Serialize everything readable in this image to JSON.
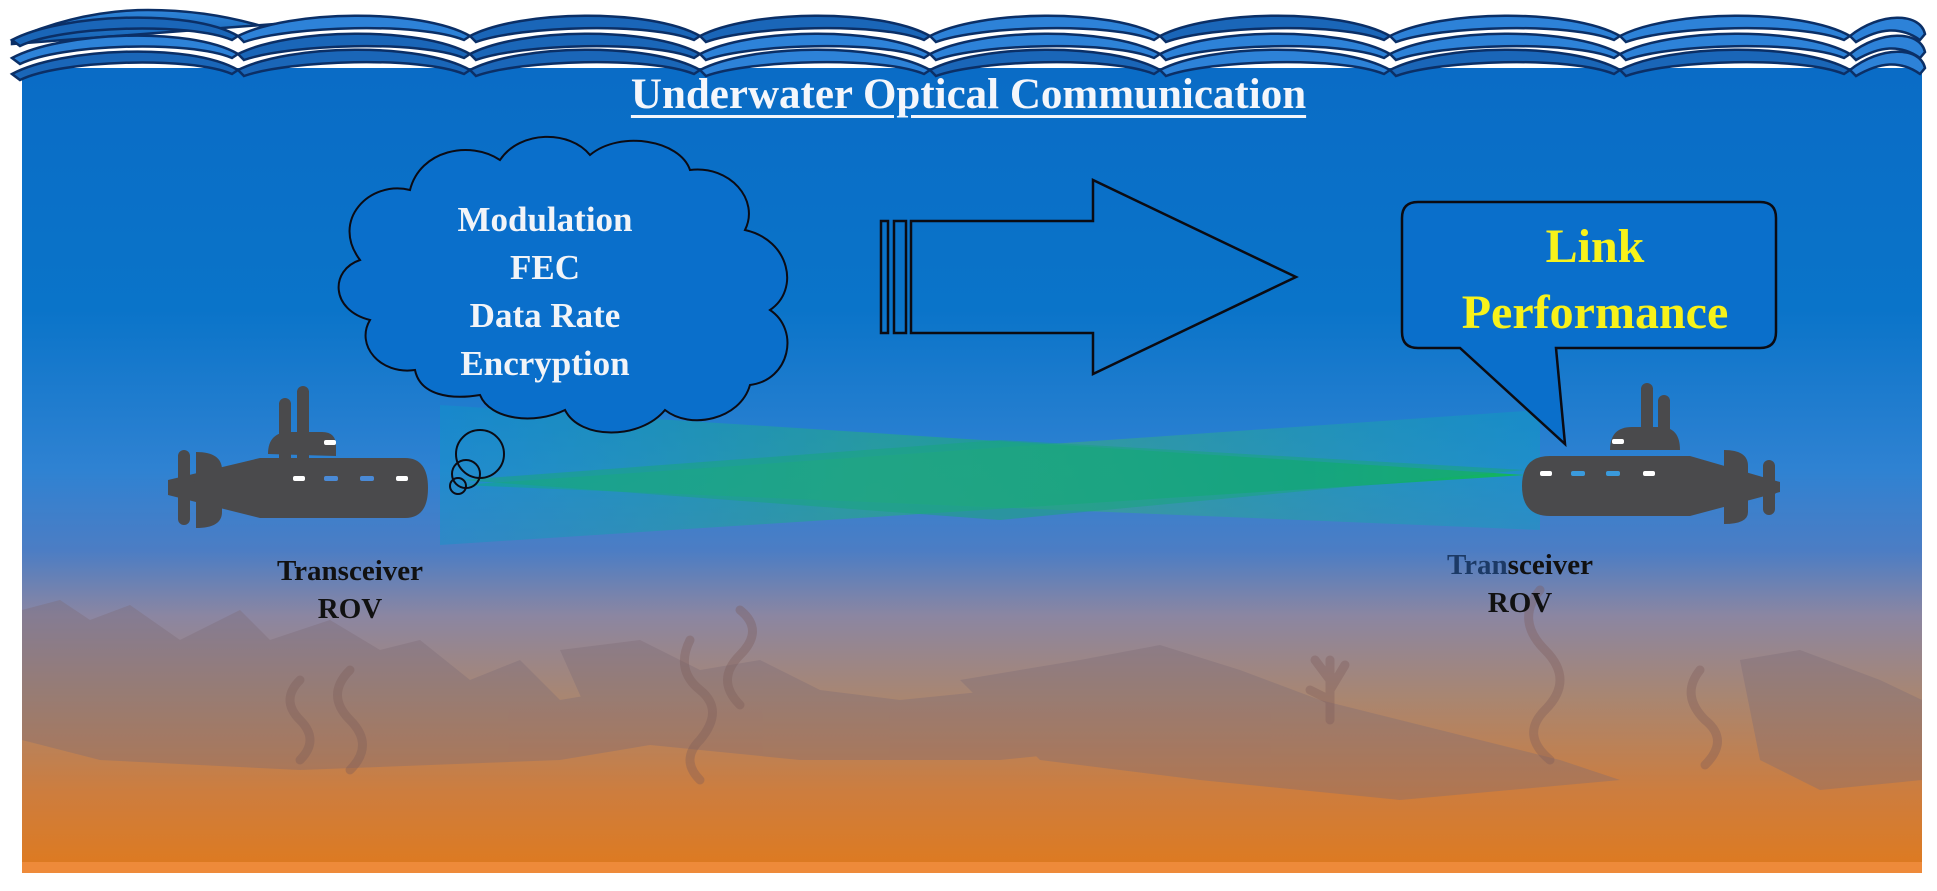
{
  "diagram": {
    "title": "Underwater Optical Communication",
    "parameters_cloud": {
      "items": [
        "Modulation",
        "FEC",
        "Data Rate",
        "Encryption"
      ]
    },
    "arrow": {
      "direction": "right",
      "meaning": "parameters-to-performance"
    },
    "result_bubble": {
      "lines": [
        "Link",
        "Performance"
      ],
      "text_color": "#f8f21a"
    },
    "nodes": {
      "left": {
        "line1": "Transceiver",
        "line2": "ROV",
        "icon": "submarine-icon"
      },
      "right": {
        "line1_dim": "Tran",
        "line1_rest": "sceiver",
        "line2": "ROV",
        "icon": "submarine-icon"
      }
    },
    "link": {
      "type": "optical-beam",
      "color": "#12b060"
    },
    "colors": {
      "water_top": "#0a6fc8",
      "water_mid": "#1b7fd0",
      "seabed_top": "#8a86a0",
      "seabed_bottom": "#df7a1e",
      "wave_dark": "#0f58a8",
      "wave_light": "#2b7fd6",
      "submarine": "#4a4a4c",
      "outline": "#0b0b12"
    }
  }
}
